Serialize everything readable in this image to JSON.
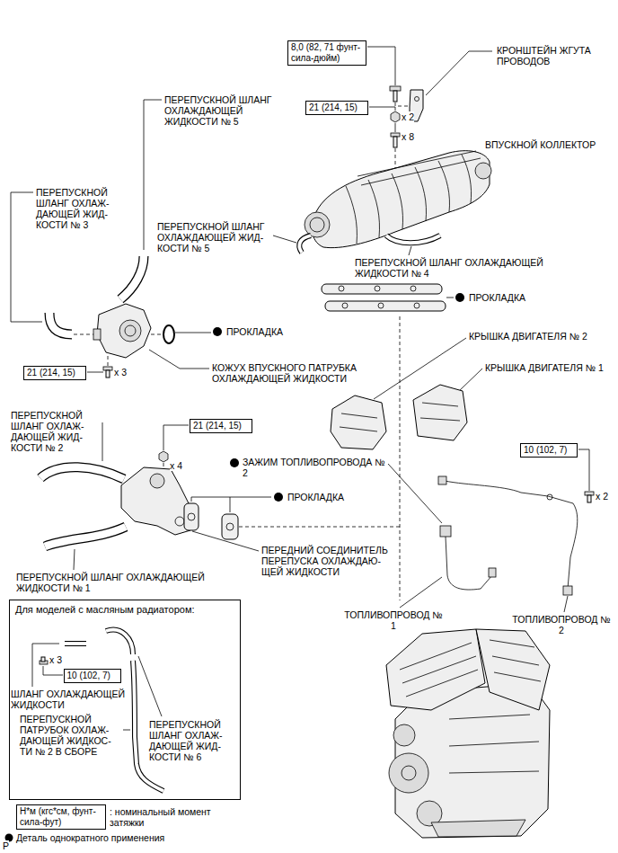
{
  "diagram": {
    "nodes": [
      {
        "text": [
          "8,0 (82, 71 фунт- сила-дюйм)"
        ]
      },
      {
        "text": [
          "21 (214, 15)"
        ]
      },
      {
        "text": [
          "21 (214, 15)"
        ]
      },
      {
        "text": [
          "21 (214, 15)"
        ]
      },
      {
        "text": [
          "10 (102, 7)"
        ]
      },
      {
        "text": [
          "Для моделей с масляным радиатором:"
        ]
      },
      {
        "text": [
          "10 (102, 7)"
        ],
        "in": 5
      },
      {
        "text": [
          "Н*м (кгс*см, фунт- сила-фут)"
        ]
      }
    ],
    "labels": [
      "КРОНШТЕЙН ЖГУТА ПРОВОДОВ",
      "ПЕРЕПУСКНОЙ ШЛАНГ ОХЛАЖДАЮЩЕЙ ЖИДКОСТИ № 5",
      "x 2",
      "x 8",
      "ВПУСКНОЙ КОЛЛЕКТОР",
      "ПЕРЕПУСКНОЙ ШЛАНГ ОХЛАЖ- ДАЮЩЕЙ ЖИД- КОСТИ № 3",
      "ПЕРЕПУСКНОЙ ШЛАНГ ОХЛАЖДАЮЩЕЙ ЖИД- КОСТИ № 5",
      "ПЕРЕПУСКНОЙ ШЛАНГ ОХЛАЖДАЮЩЕЙ ЖИДКОСТИ № 4",
      "ПРОКЛАДКА",
      "ПРОКЛАДКА",
      "КРЫШКА ДВИГАТЕЛЯ № 2",
      "КРЫШКА ДВИГАТЕЛЯ № 1",
      "x 3",
      "КОЖУХ ВПУСКНОГО ПАТРУБКА ОХЛАЖДАЮЩЕЙ ЖИДКОСТИ",
      "ПЕРЕПУСКНОЙ ШЛАНГ ОХЛАЖ- ДАЮЩЕЙ ЖИД- КОСТИ № 2",
      "x 4",
      "ЗАЖИМ ТОПЛИВОПРОВОДА № 2",
      "ПРОКЛАДКА",
      "x 2",
      "ПЕРЕДНИЙ СОЕДИНИТЕЛЬ ПЕРЕПУСКА ОХЛАЖДАЮ- ЩЕЙ ЖИДКОСТИ",
      "ПЕРЕПУСКНОЙ ШЛАНГ ОХЛАЖДАЮЩЕЙ ЖИДКОСТИ № 1",
      "ТОПЛИВОПРОВОД № 1",
      "ТОПЛИВОПРОВОД № 2",
      "x 3",
      "ШЛАНГ ОХЛАЖДАЮЩЕЙ ЖИДКОСТИ",
      "ПЕРЕПУСКНОЙ ПАТРУБОК ОХЛАЖ- ДАЮЩЕЙ ЖИДКОС- ТИ № 2 В СБОРЕ",
      "ПЕРЕПУСКНОЙ ШЛАНГ ОХЛАЖ- ДАЮЩЕЙ ЖИД- КОСТИ № 6",
      "P"
    ],
    "legend": [
      {
        "text": ": номинальный момент затяжки"
      },
      {
        "text": "Деталь однократного применения"
      }
    ]
  }
}
